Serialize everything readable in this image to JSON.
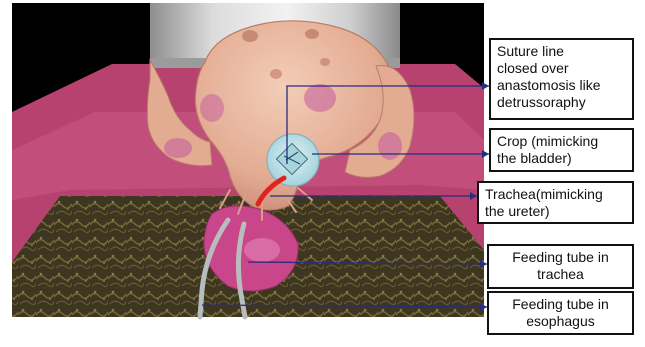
{
  "callouts": {
    "suture": {
      "lines": [
        "Suture line",
        "closed over",
        "anastomosis like",
        "detrussoraphy"
      ]
    },
    "crop": {
      "lines": [
        "Crop (mimicking",
        "the bladder)"
      ]
    },
    "trachea": {
      "lines": [
        "Trachea(mimicking",
        "the ureter)"
      ]
    },
    "tube_trachea": {
      "lines": [
        "Feeding tube in",
        "trachea"
      ]
    },
    "tube_esophagus": {
      "lines": [
        "Feeding tube in",
        "esophagus"
      ]
    }
  },
  "colors": {
    "background_panel": "#000000",
    "cushion": "#b8426f",
    "cushion_edge": "#d9739a",
    "mat": "#4a4226",
    "clamp": "#c4c4c4",
    "tissue": "#e9b8a0",
    "tissue_shadow": "#c98a78",
    "bruise": "#c45a9e",
    "crop": "#bfe3ea",
    "trachea_tube": "#e0231f",
    "feeding_tube": "#b7bcbc",
    "leader_line": "#2a2d7a"
  }
}
